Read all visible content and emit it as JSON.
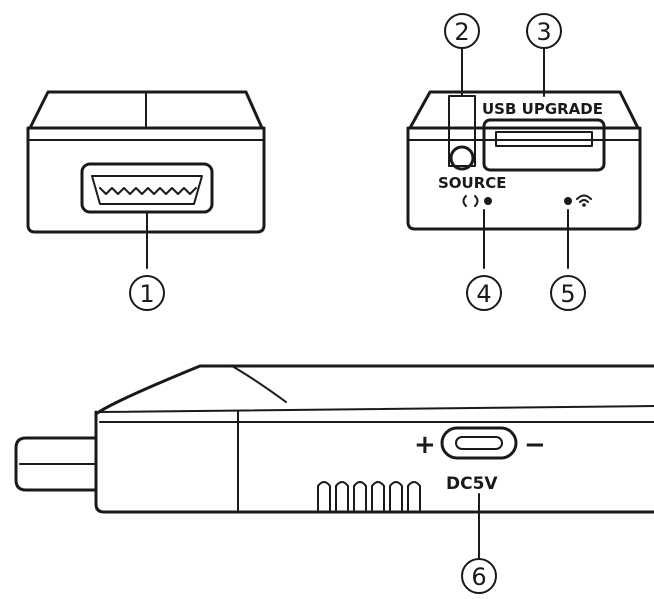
{
  "labels": {
    "usb_upgrade": "USB UPGRADE",
    "source": "SOURCE",
    "dc5v": "DC5V",
    "plus": "+",
    "minus": "−"
  },
  "callouts": [
    "1",
    "2",
    "3",
    "4",
    "5",
    "6"
  ],
  "icons": {
    "power_led": "power-led-icon",
    "wifi_led": "wifi-led-icon",
    "vent_slots": "vent-slots-icon",
    "hdmi_port": "hdmi-port-icon",
    "micro_usb_port": "micro-usb-port-icon",
    "usb_port": "usb-port-icon",
    "source_button": "source-button-icon"
  },
  "colors": {
    "line": "#1a1a1a",
    "background": "#ffffff"
  }
}
